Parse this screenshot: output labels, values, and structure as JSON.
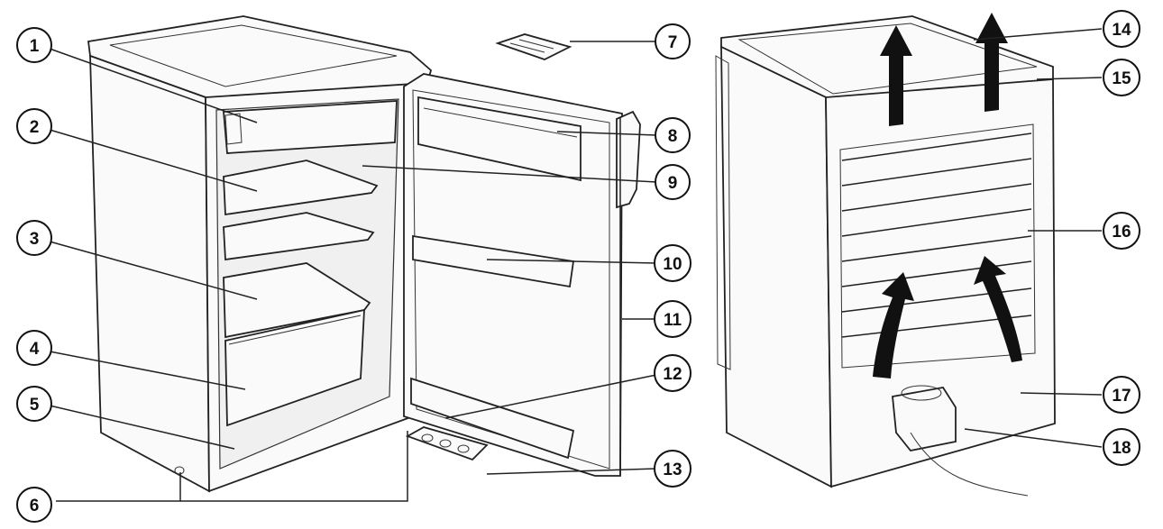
{
  "callouts": {
    "c1": "1",
    "c2": "2",
    "c3": "3",
    "c4": "4",
    "c5": "5",
    "c6": "6",
    "c7": "7",
    "c8": "8",
    "c9": "9",
    "c10": "10",
    "c11": "11",
    "c12": "12",
    "c13": "13",
    "c14": "14",
    "c15": "15",
    "c16": "16",
    "c17": "17",
    "c18": "18"
  },
  "colors": {
    "line": "#222222",
    "background": "#ffffff"
  }
}
